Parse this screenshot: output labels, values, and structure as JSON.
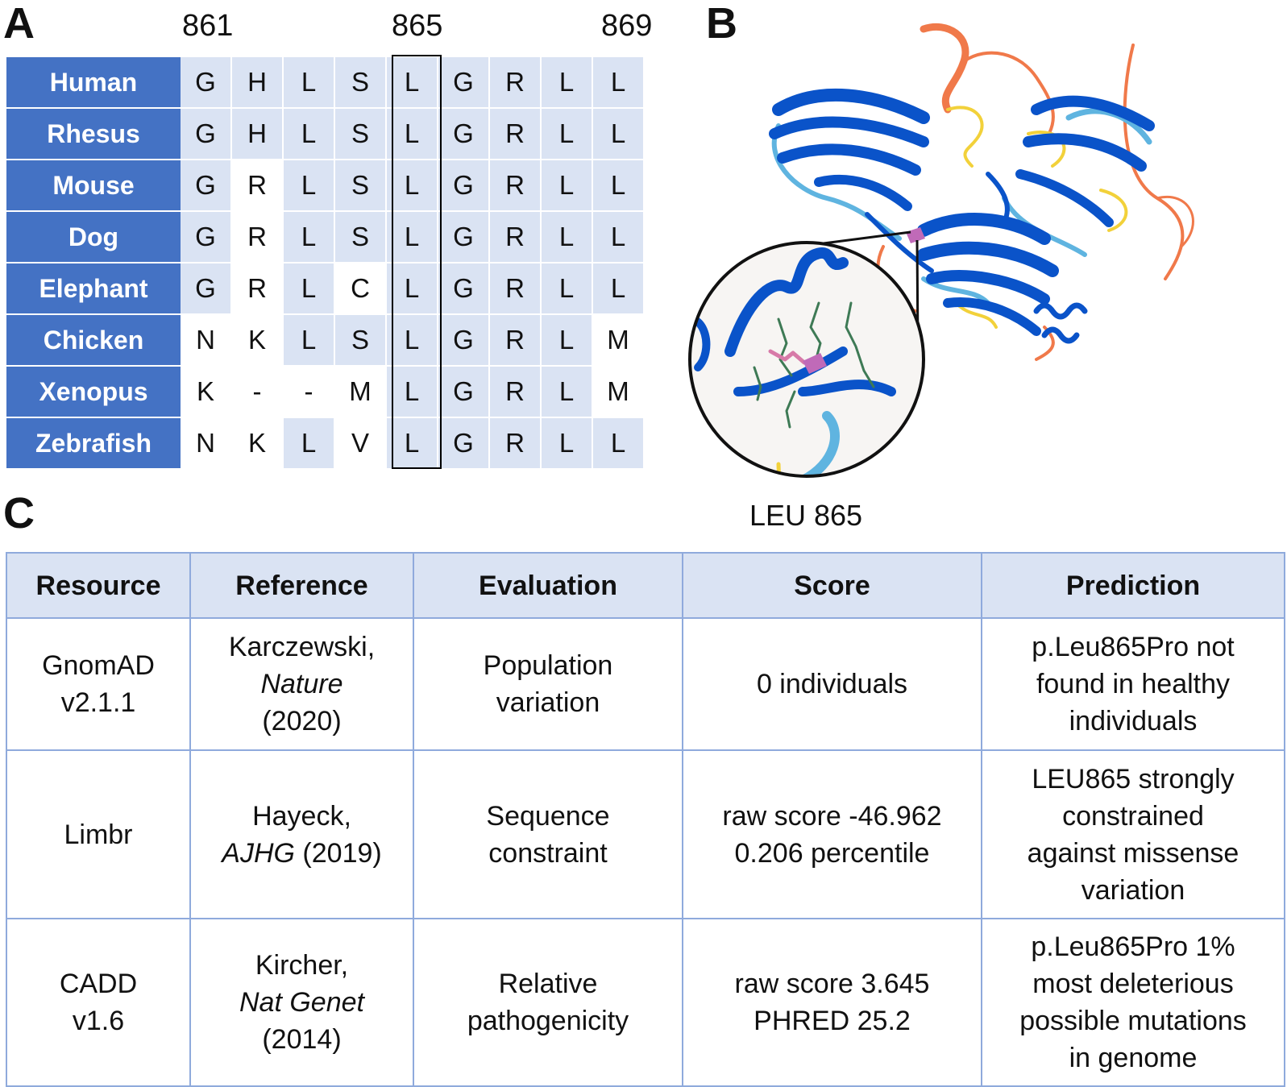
{
  "panels": {
    "a": "A",
    "b": "B",
    "c": "C"
  },
  "alignment": {
    "positions": [
      "861",
      "865",
      "869"
    ],
    "rows": [
      {
        "species": "Human",
        "residues": [
          "G",
          "H",
          "L",
          "S",
          "L",
          "G",
          "R",
          "L",
          "L"
        ]
      },
      {
        "species": "Rhesus",
        "residues": [
          "G",
          "H",
          "L",
          "S",
          "L",
          "G",
          "R",
          "L",
          "L"
        ]
      },
      {
        "species": "Mouse",
        "residues": [
          "G",
          "R",
          "L",
          "S",
          "L",
          "G",
          "R",
          "L",
          "L"
        ]
      },
      {
        "species": "Dog",
        "residues": [
          "G",
          "R",
          "L",
          "S",
          "L",
          "G",
          "R",
          "L",
          "L"
        ]
      },
      {
        "species": "Elephant",
        "residues": [
          "G",
          "R",
          "L",
          "C",
          "L",
          "G",
          "R",
          "L",
          "L"
        ]
      },
      {
        "species": "Chicken",
        "residues": [
          "N",
          "K",
          "L",
          "S",
          "L",
          "G",
          "R",
          "L",
          "M"
        ]
      },
      {
        "species": "Xenopus",
        "residues": [
          "K",
          "-",
          "-",
          "M",
          "L",
          "G",
          "R",
          "L",
          "M"
        ]
      },
      {
        "species": "Zebrafish",
        "residues": [
          "N",
          "K",
          "L",
          "V",
          "L",
          "G",
          "R",
          "L",
          "L"
        ]
      }
    ],
    "conserved_with_human": [
      [
        1,
        1,
        1,
        1,
        1,
        1,
        1,
        1,
        1
      ],
      [
        1,
        1,
        1,
        1,
        1,
        1,
        1,
        1,
        1
      ],
      [
        1,
        0,
        1,
        1,
        1,
        1,
        1,
        1,
        1
      ],
      [
        1,
        0,
        1,
        1,
        1,
        1,
        1,
        1,
        1
      ],
      [
        1,
        0,
        1,
        0,
        1,
        1,
        1,
        1,
        1
      ],
      [
        0,
        0,
        1,
        1,
        1,
        1,
        1,
        1,
        0
      ],
      [
        0,
        0,
        0,
        0,
        1,
        1,
        1,
        1,
        0
      ],
      [
        0,
        0,
        1,
        0,
        1,
        1,
        1,
        1,
        1
      ]
    ],
    "colors": {
      "species_bg": "#4472c4",
      "conserved_bg": "#dae3f3",
      "box": "#000000"
    }
  },
  "structure": {
    "inset_label": "LEU 865",
    "colors": {
      "very_high": "#0a53c9",
      "confident": "#5fb4e0",
      "low": "#f2d13a",
      "very_low": "#f0794a",
      "highlight": "#c06ab8"
    }
  },
  "table": {
    "headers": [
      "Resource",
      "Reference",
      "Evaluation",
      "Score",
      "Prediction"
    ],
    "rows": [
      {
        "resource": [
          "GnomAD",
          "v2.1.1"
        ],
        "ref_author": "Karczewski,",
        "ref_journal": "Nature",
        "ref_year": "(2020)",
        "evaluation": [
          "Population",
          "variation"
        ],
        "score": [
          "0 individuals"
        ],
        "prediction": [
          "p.Leu865Pro not",
          "found in healthy",
          "individuals"
        ]
      },
      {
        "resource": [
          "Limbr"
        ],
        "ref_author": "Hayeck,",
        "ref_journal": "AJHG",
        "ref_year": "(2019)",
        "evaluation": [
          "Sequence",
          "constraint"
        ],
        "score": [
          "raw score -46.962",
          "0.206 percentile"
        ],
        "prediction": [
          "LEU865 strongly",
          "constrained",
          "against missense",
          "variation"
        ]
      },
      {
        "resource": [
          "CADD",
          "v1.6"
        ],
        "ref_author": "Kircher,",
        "ref_journal": "Nat Genet",
        "ref_year": "(2014)",
        "evaluation": [
          "Relative",
          "pathogenicity"
        ],
        "score": [
          "raw score 3.645",
          "PHRED 25.2"
        ],
        "prediction": [
          "p.Leu865Pro 1%",
          "most deleterious",
          "possible mutations",
          "in genome"
        ]
      }
    ],
    "colors": {
      "header_bg": "#dae3f3",
      "border": "#8faadc"
    }
  }
}
